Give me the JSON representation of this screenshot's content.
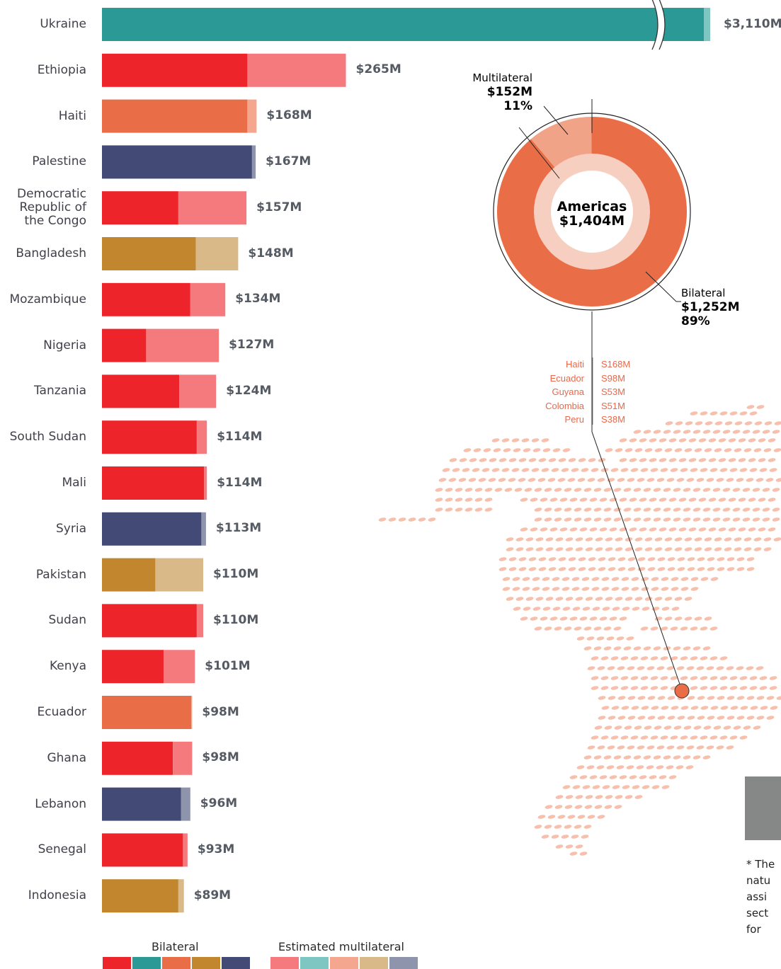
{
  "chart_data": [
    {
      "type": "bar",
      "stacked": true,
      "orientation": "horizontal",
      "categories": [
        "Ukraine",
        "Ethiopia",
        "Haiti",
        "Palestine",
        "Democratic\nRepublic of\nthe Congo",
        "Bangladesh",
        "Mozambique",
        "Nigeria",
        "Tanzania",
        "South Sudan",
        "Mali",
        "Syria",
        "Pakistan",
        "Sudan",
        "Kenya",
        "Ecuador",
        "Ghana",
        "Lebanon",
        "Senegal",
        "Indonesia"
      ],
      "regions": [
        "europe",
        "africa",
        "americas",
        "middle-east",
        "africa",
        "asia",
        "africa",
        "africa",
        "africa",
        "africa",
        "africa",
        "middle-east",
        "asia",
        "africa",
        "africa",
        "americas",
        "africa",
        "middle-east",
        "africa",
        "asia"
      ],
      "series": [
        {
          "name": "Bilateral",
          "values": [
            3050,
            158,
            158,
            163,
            83,
            102,
            96,
            48,
            84,
            103,
            111,
            108,
            58,
            103,
            67,
            97,
            77,
            86,
            88,
            83
          ]
        },
        {
          "name": "Estimated multilateral",
          "values": [
            60,
            107,
            10,
            4,
            74,
            46,
            38,
            79,
            40,
            11,
            3,
            5,
            52,
            7,
            34,
            1,
            21,
            10,
            5,
            6
          ]
        }
      ],
      "total_labels": [
        "$3,110M",
        "$265M",
        "$168M",
        "$167M",
        "$157M",
        "$148M",
        "$134M",
        "$127M",
        "$124M",
        "$114M",
        "$114M",
        "$113M",
        "$110M",
        "$110M",
        "$101M",
        "$98M",
        "$98M",
        "$96M",
        "$93M",
        "$89M"
      ],
      "axis_break": true
    },
    {
      "type": "pie",
      "center_label": [
        "Americas",
        "$1,404M"
      ],
      "slices": [
        {
          "name": "Multilateral",
          "value_label": "$152M",
          "percent_label": "11%",
          "percent": 11
        },
        {
          "name": "Bilateral",
          "value_label": "$1,252M",
          "percent_label": "89%",
          "percent": 89
        }
      ],
      "top_recipients": {
        "names": [
          "Haiti",
          "Ecuador",
          "Guyana",
          "Colombia",
          "Peru"
        ],
        "values": [
          "S168M",
          "S98M",
          "S53M",
          "S51M",
          "S38M"
        ]
      }
    }
  ],
  "legend": {
    "bilateral_label": "Bilateral",
    "multilateral_label": "Estimated multilateral"
  },
  "footnote": "* The\nnatu\nassi\nsect\nfor",
  "colors": {
    "africa": [
      "#ee242b",
      "#f47a7e"
    ],
    "europe": [
      "#2b9995",
      "#7ec6c2"
    ],
    "americas": [
      "#e96e48",
      "#f4a78e"
    ],
    "asia": [
      "#c2872e",
      "#dab988"
    ],
    "middle-east": [
      "#434a76",
      "#8f94ad"
    ],
    "map_dots": "#f6c0ad",
    "marker": "#e96e48",
    "note_box": "#868887"
  }
}
